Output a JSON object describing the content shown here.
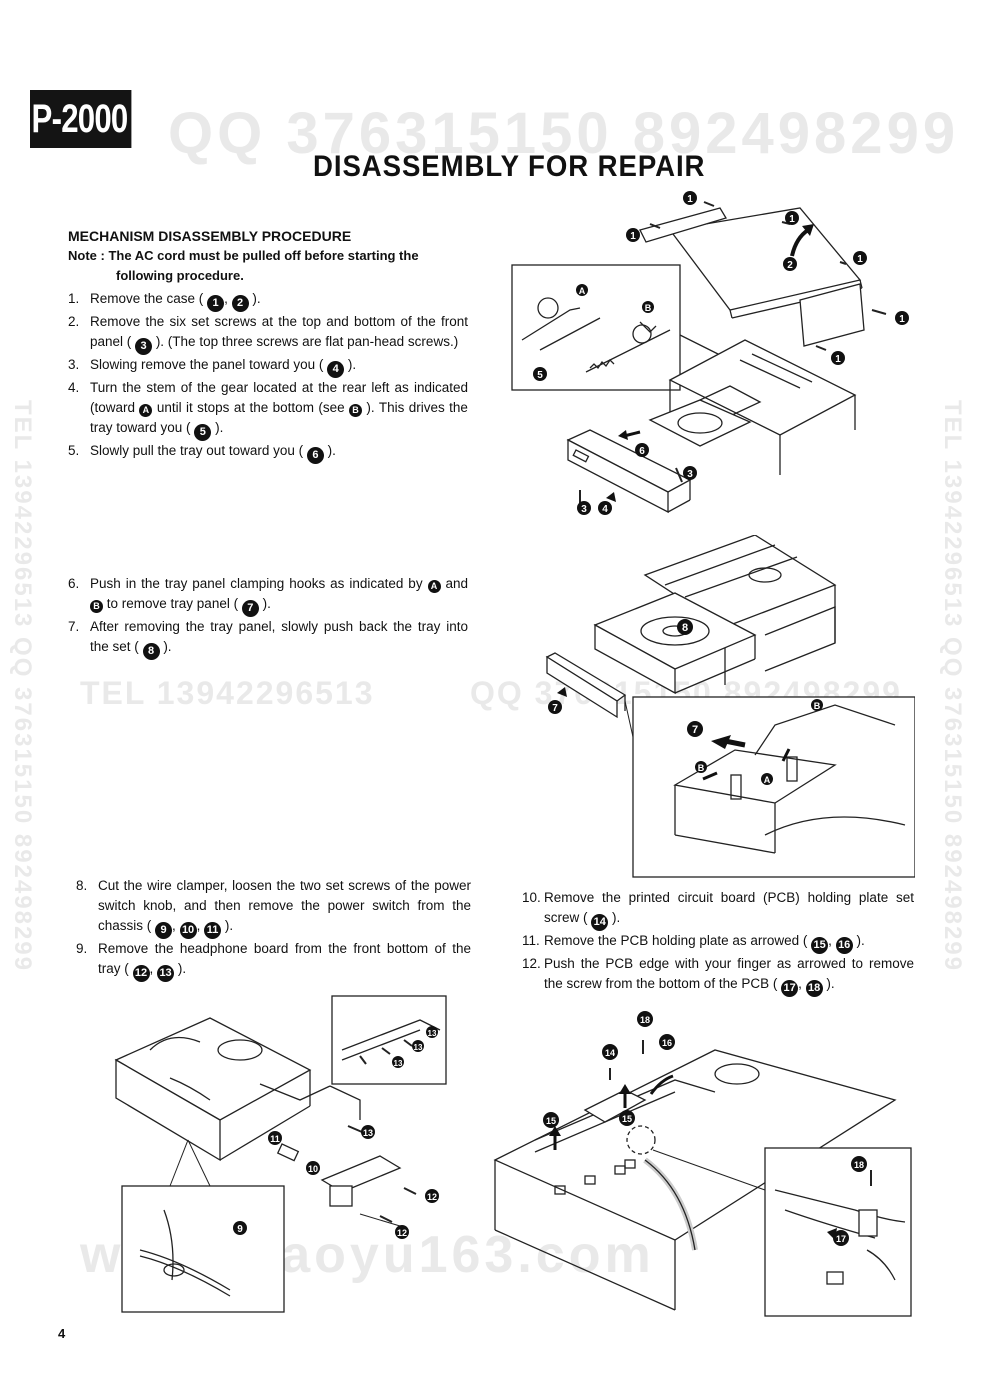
{
  "header": {
    "model": "P-2000",
    "title": "DISASSEMBLY FOR REPAIR"
  },
  "section": {
    "heading": "MECHANISM DISASSEMBLY PROCEDURE",
    "note_label": "Note :",
    "note_text_1": "The AC cord must be pulled off before starting the",
    "note_text_2": "following procedure."
  },
  "steps": {
    "s1": {
      "num": "1.",
      "a": "Remove the case (",
      "b": ",",
      "c": ")."
    },
    "s2": {
      "num": "2.",
      "a": "Remove the six set screws at the top and bottom of the front panel (",
      "b": "). (The top three screws are flat pan-head screws.)"
    },
    "s3": {
      "num": "3.",
      "a": "Slowing remove the panel toward you (",
      "b": ")."
    },
    "s4": {
      "num": "4.",
      "a": "Turn the stem of the gear located at the rear left as indicated (toward",
      "b": "until it stops at the bottom (see",
      "c": "). This drives the tray toward you (",
      "d": ")."
    },
    "s5": {
      "num": "5.",
      "a": "Slowly pull the tray out toward you (",
      "b": ")."
    },
    "s6": {
      "num": "6.",
      "a": "Push in the tray panel clamping hooks as indicated by",
      "b": "and",
      "c": "to remove tray panel (",
      "d": ")."
    },
    "s7": {
      "num": "7.",
      "a": "After removing the tray panel, slowly push back the tray into the set (",
      "b": ")."
    },
    "s8": {
      "num": "8.",
      "a": "Cut the wire clamper, loosen the two set screws of the power switch knob, and then remove the power switch from the chassis (",
      "b": ",",
      "c": ",",
      "d": ")."
    },
    "s9": {
      "num": "9.",
      "a": "Remove the headphone board from the front bottom of the tray (",
      "b": ",",
      "c": ")."
    },
    "s10": {
      "num": "10.",
      "a": "Remove the printed circuit board (PCB) holding plate set screw (",
      "b": ")."
    },
    "s11": {
      "num": "11.",
      "a": "Remove the PCB holding plate as arrowed (",
      "b": ",",
      "c": ")."
    },
    "s12": {
      "num": "12.",
      "a": "Push the PCB edge with your finger as arrowed to remove the screw from the bottom of the PCB (",
      "b": ",",
      "c": ")."
    }
  },
  "markers": {
    "m1": "1",
    "m2": "2",
    "m3": "3",
    "m4": "4",
    "m5": "5",
    "m6": "6",
    "m7": "7",
    "m8": "8",
    "m9": "9",
    "m10": "10",
    "m11": "11",
    "m12": "12",
    "m13": "13",
    "m14": "14",
    "m15": "15",
    "m16": "16",
    "m17": "17",
    "m18": "18",
    "mA": "A",
    "mB": "B"
  },
  "watermarks": {
    "qq_top": "QQ 376315150  892498299",
    "tel_mid": "TEL 13942296513",
    "qq_mid": "QQ 376315150  892498299",
    "site": "www.xiaoyu163.com",
    "side_left": "TEL 13942296513  QQ 376315150  892498299",
    "side_right": "TEL 13942296513  QQ 376315150  892498299"
  },
  "footer": {
    "page_number": "4"
  }
}
